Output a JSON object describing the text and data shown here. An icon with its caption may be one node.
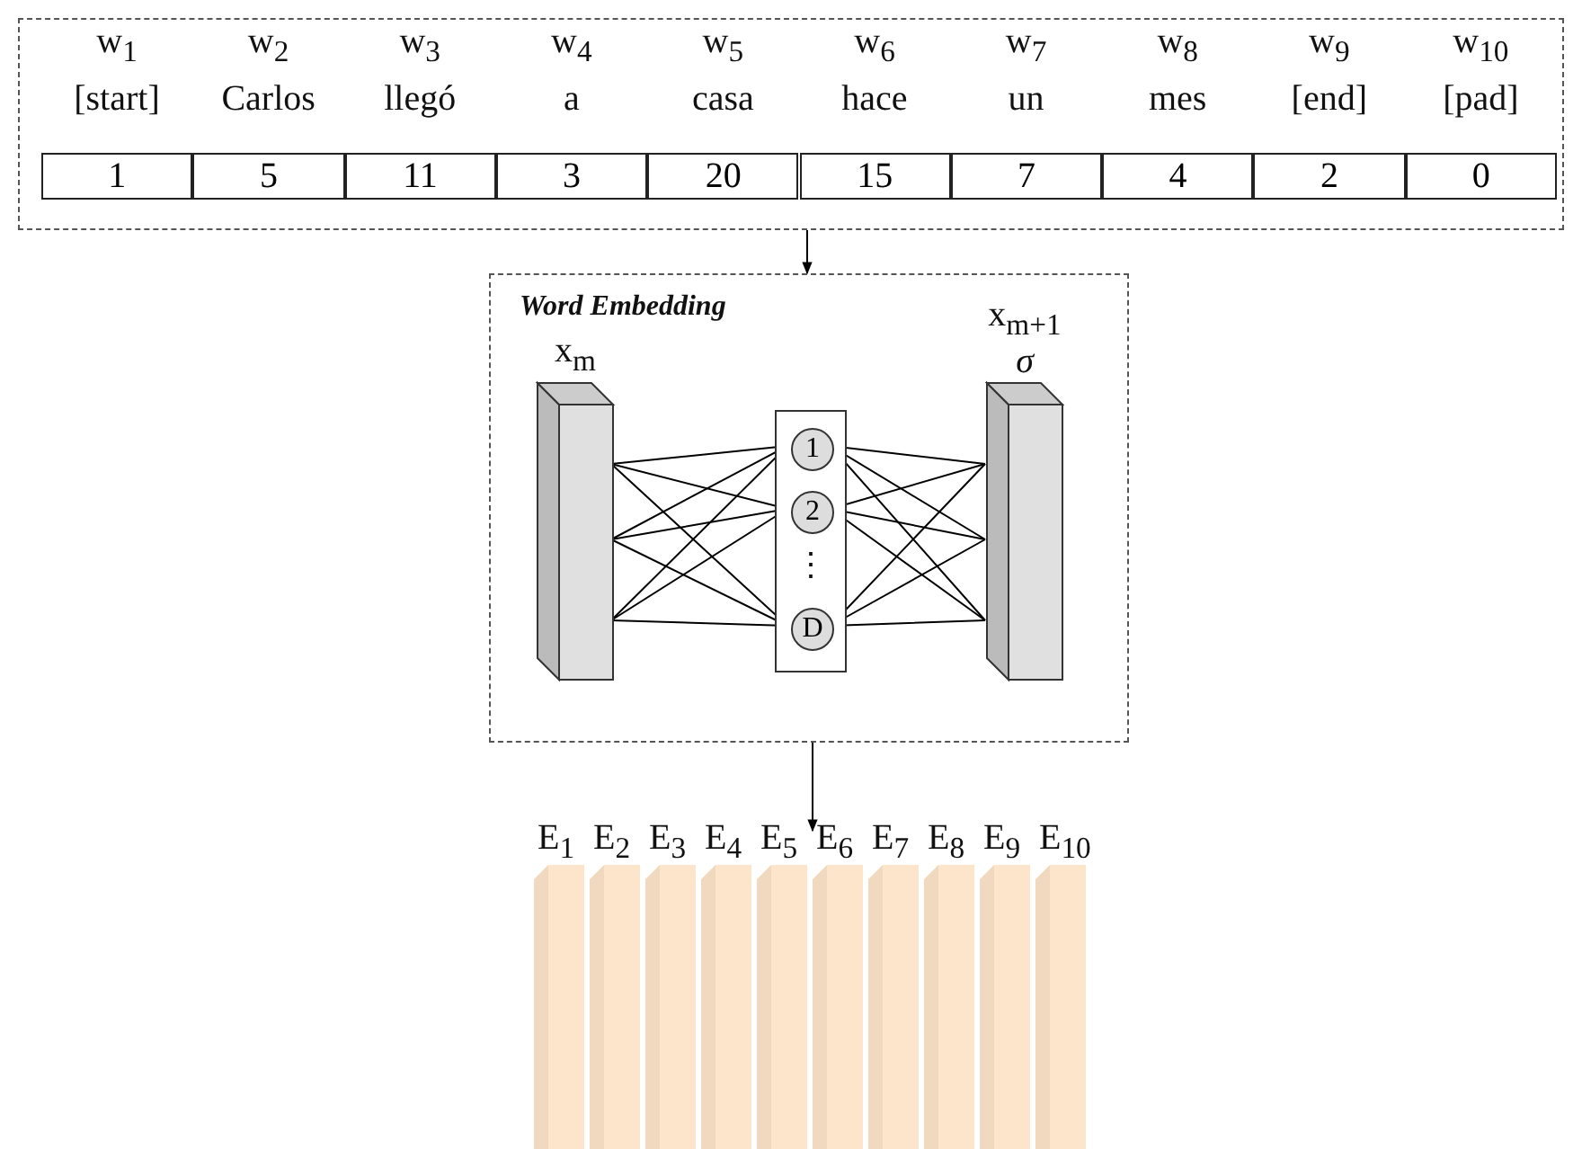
{
  "diagram": {
    "nodes": [
      {
        "text": [],
        "shape": "box"
      },
      {
        "text": [
          "Word Embedding"
        ]
      },
      {
        "text": [
          "x$_{m}$"
        ],
        "in": 1
      },
      {
        "text": [],
        "shape": "box",
        "in": 1
      },
      {
        "text": [
          "1"
        ],
        "in": 3
      },
      {
        "text": [
          "2"
        ],
        "in": 3
      },
      {
        "text": [
          "D"
        ],
        "in": 3
      },
      {
        "text": [
          "x$_{m+1}$",
          "σ"
        ],
        "in": 1
      },
      {
        "text": [
          "E$_{1}$"
        ]
      },
      {
        "text": [
          "E$_{2}$"
        ]
      },
      {
        "text": [
          "E$_{3}$"
        ]
      },
      {
        "text": [
          "E$_{4}$"
        ]
      },
      {
        "text": [
          "E$_{5}$"
        ]
      },
      {
        "text": [
          "E$_{6}$"
        ]
      },
      {
        "text": [
          "E$_{7}$"
        ]
      },
      {
        "text": [
          "E$_{8}$"
        ]
      },
      {
        "text": [
          "E$_{9}$"
        ]
      },
      {
        "text": [
          "E$_{10}$"
        ]
      }
    ],
    "edges": [
      {
        "from": 0,
        "to": 1,
        "arrow": "to"
      },
      {
        "from": 1,
        "to": 12,
        "arrow": "to"
      },
      {
        "from": 2,
        "to": 4,
        "arrow": "none"
      },
      {
        "from": 2,
        "to": 5,
        "arrow": "none"
      },
      {
        "from": 2,
        "to": 6,
        "arrow": "none"
      },
      {
        "from": 4,
        "to": 7,
        "arrow": "none"
      },
      {
        "from": 5,
        "to": 7,
        "arrow": "none"
      },
      {
        "from": 6,
        "to": 7,
        "arrow": "none"
      }
    ],
    "labels": [
      "w$_{1}$",
      "w$_{2}$",
      "w$_{3}$",
      "w$_{4}$",
      "w$_{5}$",
      "w$_{6}$",
      "w$_{7}$",
      "w$_{8}$",
      "w$_{9}$",
      "w$_{10}$",
      "[start]",
      "Carlos",
      "llegó",
      "a",
      "casa",
      "hace",
      "un",
      "mes",
      "[end]",
      "[pad]",
      "1",
      "5",
      "11",
      "3",
      "20",
      "15",
      "7",
      "4",
      "2",
      "0",
      "⋮"
    ]
  }
}
